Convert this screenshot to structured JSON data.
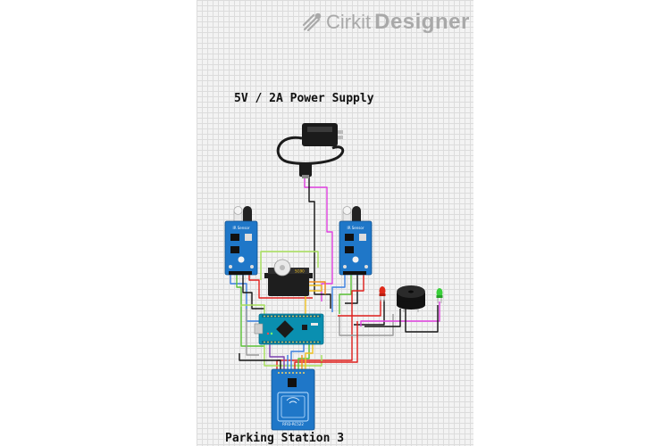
{
  "app": {
    "brand_prefix": "Cirkit",
    "brand_suffix": "Designer"
  },
  "diagram": {
    "title_power": "5V / 2A Power Supply",
    "title_station": "Parking Station 3",
    "sensor_silk": "IR Sensor",
    "rfid_silk": "RFID-RC522",
    "servo_silk": "SG90"
  },
  "colors": {
    "wire_red": "#e0201c",
    "wire_black": "#151515",
    "wire_magenta": "#e040e0",
    "wire_green": "#5bc236",
    "wire_lime": "#a6e05a",
    "wire_yellow": "#f0c020",
    "wire_blue": "#3a7fe0",
    "wire_gray": "#9a9a9a",
    "wire_orange": "#f08a1c",
    "wire_purple": "#7a3fb0",
    "board_blue": "#1f77c8",
    "arduino_teal": "#0a8fb0"
  }
}
